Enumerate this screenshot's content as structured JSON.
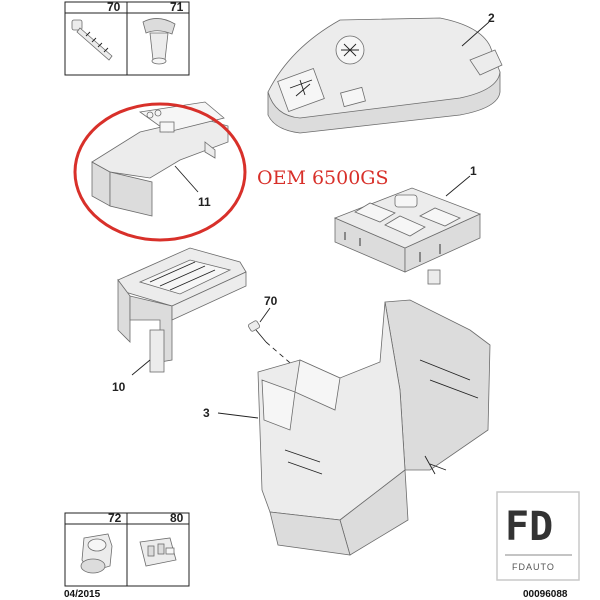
{
  "diagram": {
    "parts_boxes": {
      "top_left": {
        "label": "70"
      },
      "top_right": {
        "label": "71"
      },
      "bottom_left": {
        "label": "72"
      },
      "bottom_right": {
        "label": "80"
      }
    },
    "callouts": {
      "cover_top": "2",
      "fuse_box": "1",
      "bracket_cover": "11",
      "bracket": "10",
      "screw": "70",
      "housing": "3"
    },
    "annotation": {
      "oem_text": "OEM 6500GS",
      "highlight_color": "#d8302a"
    },
    "watermark": {
      "logo_text": "FD",
      "logo_subtext": "FDAUTO"
    },
    "footer": {
      "date": "04/2015",
      "reference": "00096088"
    }
  }
}
